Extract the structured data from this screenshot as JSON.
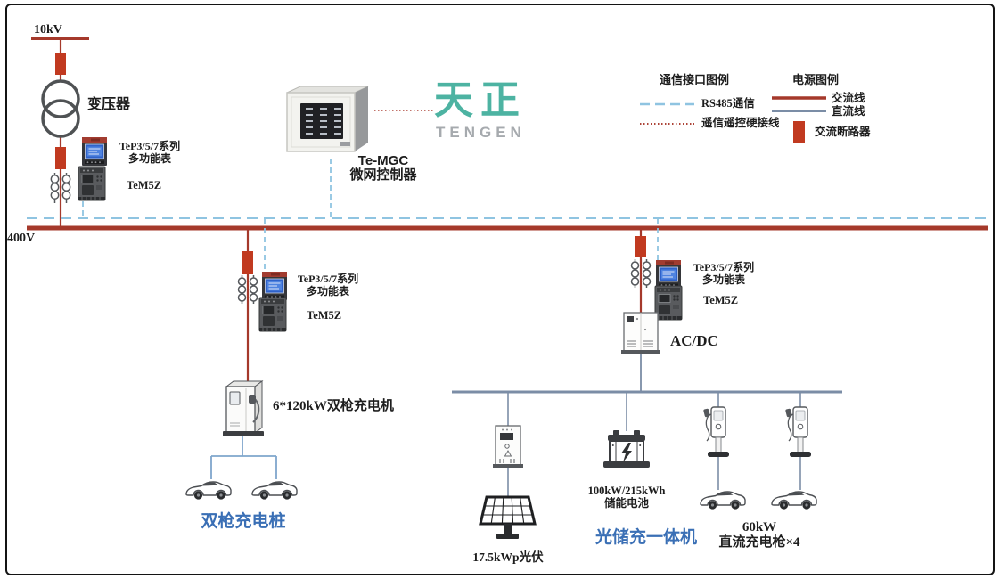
{
  "grid": {
    "hv": "10kV",
    "lv": "400V",
    "transformer": "变压器"
  },
  "meter": {
    "tep1": "TeP3/5/7系列",
    "tep2": "多功能表",
    "tem": "TeM5Z"
  },
  "controller": {
    "model": "Te-MGC",
    "name": "微网控制器"
  },
  "brand": {
    "cn": "天正",
    "en": "TENGEN"
  },
  "legend": {
    "comm_title": "通信接口图例",
    "rs485": "RS485通信",
    "hardwire": "遥信遥控硬接线",
    "power_title": "电源图例",
    "ac": "交流线",
    "dc": "直流线",
    "breaker": "交流断路器"
  },
  "left": {
    "charger": "6*120kW双枪充电机",
    "station": "双枪充电桩"
  },
  "right": {
    "converter": "AC/DC",
    "pv": "17.5kWp光伏",
    "battery1": "100kW/215kWh",
    "battery2": "储能电池",
    "station": "光储充一体机",
    "guns1": "60kW",
    "guns2": "直流充电枪×4"
  },
  "colors": {
    "ac_line": "#a5392b",
    "dc_line": "#7b8da6",
    "breaker_fill": "#c13a20",
    "rs485_blue": "#8fc4e1",
    "hardwire_red": "#ad4438",
    "accent_blue": "#3a6fb5",
    "brand_green": "#4db3a2",
    "brand_gray": "#a6aaae"
  }
}
